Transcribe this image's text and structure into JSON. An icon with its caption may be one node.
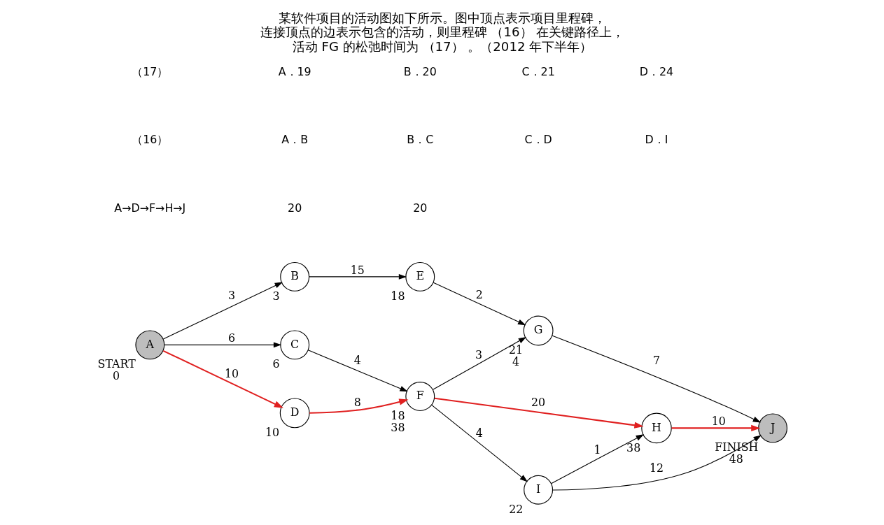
{
  "diagram": {
    "title": "某软件项目的活动图如下所示。图中顶点表示项目里程碑，连接顶点的边表示包含的活动，则里程碑 （16） 在关键路径上，活动 FG 的松弛时间为 （17） 。（2012 年下半年）",
    "nodes": [
      {
        "text": [
          "A"
        ],
        "beside": [
          "START",
          "0"
        ]
      },
      {
        "text": [
          "B"
        ],
        "beside": [
          "3"
        ]
      },
      {
        "text": [
          "C"
        ],
        "beside": [
          "6"
        ]
      },
      {
        "text": [
          "D"
        ],
        "beside": [
          "10"
        ]
      },
      {
        "text": [
          "E"
        ],
        "beside": [
          "18"
        ]
      },
      {
        "text": [
          "F"
        ],
        "beside": [
          "18",
          "38"
        ]
      },
      {
        "text": [
          "G"
        ],
        "beside": [
          "21",
          "4"
        ]
      },
      {
        "text": [
          "H"
        ],
        "beside": [
          "38"
        ]
      },
      {
        "text": [
          "I"
        ],
        "beside": [
          "22"
        ]
      },
      {
        "text": [
          "J"
        ],
        "beside": [
          "FINISH",
          "48"
        ]
      }
    ],
    "edges": [
      {
        "from": 0,
        "to": 1,
        "arrow": "to",
        "label": "3"
      },
      {
        "from": 0,
        "to": 2,
        "arrow": "to",
        "label": "6"
      },
      {
        "from": 0,
        "to": 3,
        "arrow": "to",
        "label": "10",
        "color": "#e02020"
      },
      {
        "from": 1,
        "to": 4,
        "arrow": "to",
        "label": "15"
      },
      {
        "from": 2,
        "to": 5,
        "arrow": "to",
        "label": "4"
      },
      {
        "from": 3,
        "to": 5,
        "arrow": "to",
        "label": "8",
        "color": "#e02020"
      },
      {
        "from": 4,
        "to": 6,
        "arrow": "to",
        "label": "2"
      },
      {
        "from": 5,
        "to": 6,
        "arrow": "to",
        "label": "3"
      },
      {
        "from": 5,
        "to": 7,
        "arrow": "to",
        "label": "20",
        "color": "#e02020"
      },
      {
        "from": 5,
        "to": 8,
        "arrow": "to",
        "label": "4"
      },
      {
        "from": 6,
        "to": 9,
        "arrow": "to",
        "label": "7"
      },
      {
        "from": 7,
        "to": 9,
        "arrow": "to",
        "label": "10",
        "color": "#e02020"
      },
      {
        "from": 8,
        "to": 7,
        "arrow": "to",
        "label": "1"
      },
      {
        "from": 8,
        "to": 9,
        "arrow": "to",
        "label": "12"
      }
    ],
    "labels": [
      "A→D→F→H→J",
      "20",
      "20",
      "（16）",
      "A．B",
      "B．C",
      "C．D",
      "D．I",
      "（17）",
      "A．19",
      "B．20",
      "C．21",
      "D．24"
    ]
  }
}
